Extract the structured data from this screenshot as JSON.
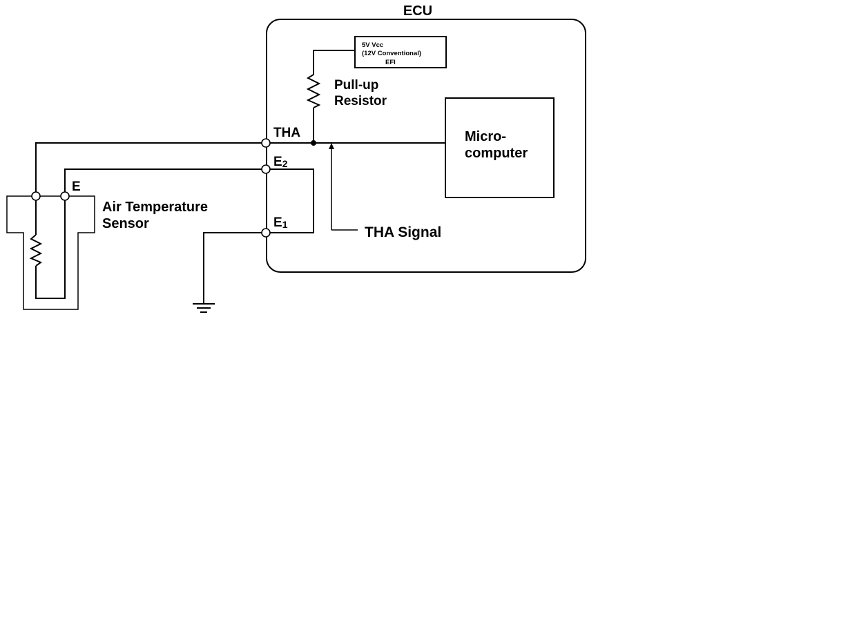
{
  "ecu": {
    "title": "ECU"
  },
  "supply": {
    "line1": "5V Vcc",
    "line2": "(12V Conventional)",
    "line3": "EFI"
  },
  "pullup": {
    "line1": "Pull-up",
    "line2": "Resistor"
  },
  "microcomputer": {
    "line1": "Micro-",
    "line2": "computer"
  },
  "terminals": {
    "tha": "THA",
    "e2_base": "E",
    "e2_sub": "2",
    "e1_base": "E",
    "e1_sub": "1",
    "sensor_e": "E"
  },
  "sensor": {
    "line1": "Air Temperature",
    "line2": "Sensor"
  },
  "signal": {
    "label": "THA Signal"
  }
}
